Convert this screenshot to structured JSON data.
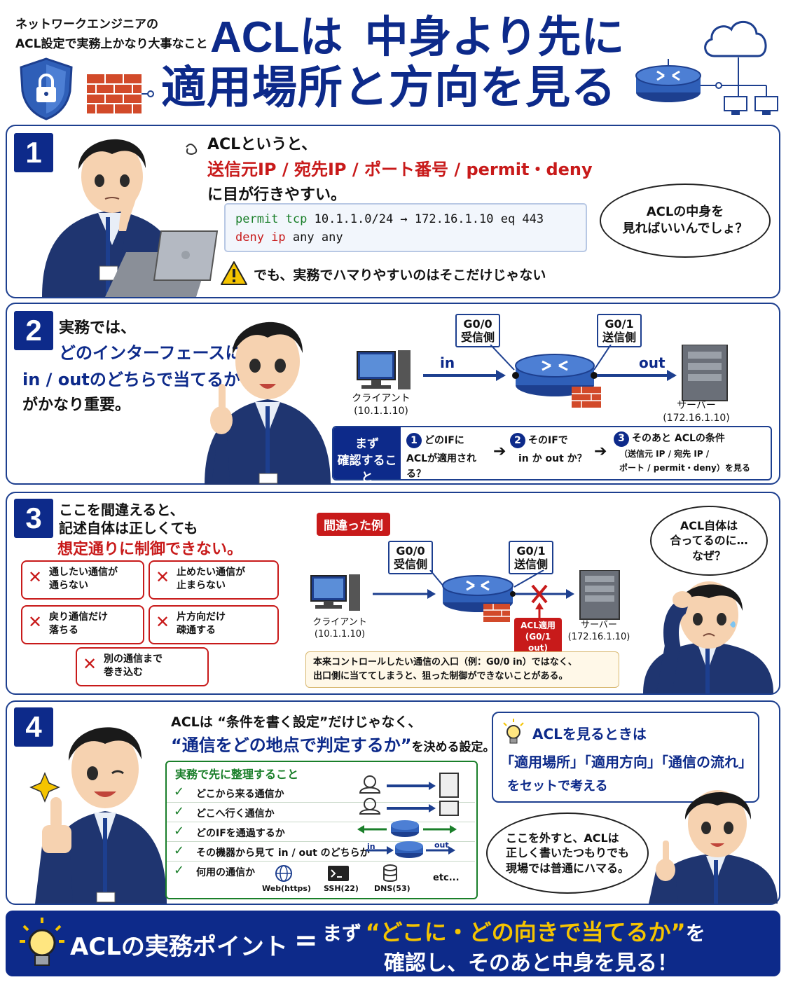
{
  "header": {
    "subtitle_line1": "ネットワークエンジニアの",
    "subtitle_line2": "ACL設定で実務上かなり大事なこと",
    "title_line1_a": "ACLは",
    "title_line1_b": "中身より先に",
    "title_line2": "適用場所と方向を見る"
  },
  "section1": {
    "number": "1",
    "line1": "ACLというと、",
    "line2": "送信元IP / 宛先IP / ポート番号 / permit・deny",
    "line3": "に目が行きやすい。",
    "code_line1_kw": "permit tcp",
    "code_line1_rest": "10.1.1.0/24 → 172.16.1.10 eq 443",
    "code_line2_kw": "deny ip",
    "code_line2_rest": "any any",
    "bubble_line1": "ACLの中身を",
    "bubble_line2": "見ればいいんでしょ？",
    "warning": "でも、実務でハマりやすいのはそこだけじゃない"
  },
  "section2": {
    "number": "2",
    "line1": "実務では、",
    "line2": "どのインターフェースに",
    "line3": "in / outのどちらで当てるか",
    "line4": "がかなり重要。",
    "tag_g00_a": "G0/0",
    "tag_g00_b": "受信側",
    "tag_g01_a": "G0/1",
    "tag_g01_b": "送信側",
    "label_in": "in",
    "label_out": "out",
    "client_name": "クライアント",
    "client_ip": "(10.1.1.10)",
    "server_name": "サーバー",
    "server_ip": "(172.16.1.10)",
    "confirm_label_a": "まず",
    "confirm_label_b": "確認すること",
    "step1_num": "1",
    "step1_a": "どのIFに",
    "step1_b": "ACLが適用される？",
    "step2_num": "2",
    "step2_a": "そのIFで",
    "step2_b": "in か out か？",
    "step3_num": "3",
    "step3_a": "そのあと ACLの条件",
    "step3_b": "（送信元 IP / 宛先 IP /",
    "step3_c": "ポート / permit・deny）を見る"
  },
  "section3": {
    "number": "3",
    "line1": "ここを間違えると、",
    "line2": "記述自体は正しくても",
    "line3": "想定通りに制御できない。",
    "cards": [
      {
        "a": "通したい通信が",
        "b": "通らない"
      },
      {
        "a": "止めたい通信が",
        "b": "止まらない"
      },
      {
        "a": "戻り通信だけ",
        "b": "落ちる"
      },
      {
        "a": "片方向だけ",
        "b": "疎通する"
      },
      {
        "a": "別の通信まで",
        "b": "巻き込む"
      }
    ],
    "wrong_example": "間違った例",
    "tag_g00_a": "G0/0",
    "tag_g00_b": "受信側",
    "tag_g01_a": "G0/1",
    "tag_g01_b": "送信側",
    "client_name": "クライアント",
    "client_ip": "(10.1.1.10)",
    "server_name": "サーバー",
    "server_ip": "(172.16.1.10)",
    "acl_applied_a": "ACL適用",
    "acl_applied_b": "(G0/1 out)",
    "note_line1": "本来コントロールしたい通信の入口（例：G0/0 in）ではなく、",
    "note_line2": "出口側に当ててしまうと、狙った制御ができないことがある。",
    "bubble_line1": "ACL自体は",
    "bubble_line2": "合ってるのに…",
    "bubble_line3": "なぜ？"
  },
  "section4": {
    "number": "4",
    "line1": "ACLは “条件を書く設定”だけじゃなく、",
    "line2_a": "“通信をどの地点で判定するか”",
    "line2_b": "を決める設定。",
    "checklist_title": "実務で先に整理すること",
    "checklist": [
      "どこから来る通信か",
      "どこへ行く通信か",
      "どのIFを通過するか",
      "その機器から見て in / out のどちらか",
      "何用の通信か"
    ],
    "label_in": "in",
    "label_out": "out",
    "services": [
      "Web(https)",
      "SSH(22)",
      "DNS(53)",
      "etc..."
    ],
    "tip_title": "ACLを見るときは",
    "tip_line": "「適用場所」「適用方向」「通信の流れ」",
    "tip_line2": "をセットで考える",
    "bubble_line1": "ここを外すと、ACLは",
    "bubble_line2": "正しく書いたつもりでも",
    "bubble_line3": "現場では普通にハマる。"
  },
  "footer": {
    "label": "ACLの実務ポイント",
    "equals": "=",
    "line1_a": "まず",
    "line1_b": "“どこに・どの向きで当てるか”",
    "line1_c": "を",
    "line2": "確認し、そのあと中身を見る！"
  },
  "colors": {
    "navy": "#0d2a8a",
    "red": "#c81a1a",
    "gold": "#f5c400",
    "green": "#1a7f2a"
  }
}
